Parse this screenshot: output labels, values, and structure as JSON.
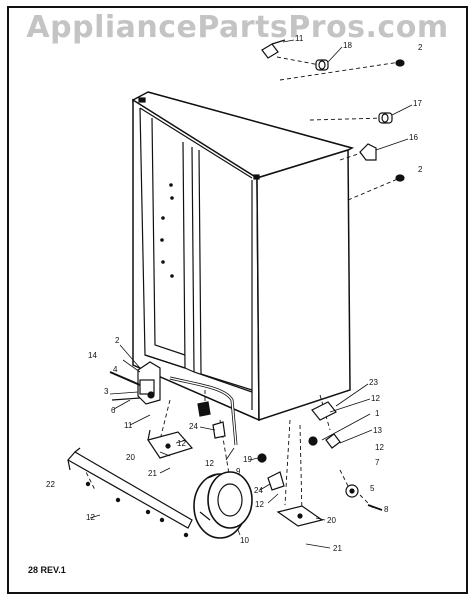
{
  "watermark": "AppliancePartsPros.com",
  "revision_note": "28 REV.1",
  "callouts": [
    {
      "id": "c11a",
      "text": "11"
    },
    {
      "id": "c18",
      "text": "18"
    },
    {
      "id": "c2a",
      "text": "2"
    },
    {
      "id": "c17",
      "text": "17"
    },
    {
      "id": "c16",
      "text": "16"
    },
    {
      "id": "c2b",
      "text": "2"
    },
    {
      "id": "c2c",
      "text": "2"
    },
    {
      "id": "c14",
      "text": "14"
    },
    {
      "id": "c4",
      "text": "4"
    },
    {
      "id": "c3",
      "text": "3"
    },
    {
      "id": "c6",
      "text": "6"
    },
    {
      "id": "c11b",
      "text": "11"
    },
    {
      "id": "c23",
      "text": "23"
    },
    {
      "id": "c12a",
      "text": "12"
    },
    {
      "id": "c1",
      "text": "1"
    },
    {
      "id": "c13",
      "text": "13"
    },
    {
      "id": "c12b",
      "text": "12"
    },
    {
      "id": "c7",
      "text": "7"
    },
    {
      "id": "c5",
      "text": "5"
    },
    {
      "id": "c8",
      "text": "8"
    },
    {
      "id": "c20a",
      "text": "20"
    },
    {
      "id": "c12c",
      "text": "12"
    },
    {
      "id": "c24a",
      "text": "24"
    },
    {
      "id": "c12d",
      "text": "12"
    },
    {
      "id": "c9",
      "text": "9"
    },
    {
      "id": "c19",
      "text": "19"
    },
    {
      "id": "c21a",
      "text": "21"
    },
    {
      "id": "c22",
      "text": "22"
    },
    {
      "id": "c24b",
      "text": "24"
    },
    {
      "id": "c12e",
      "text": "12"
    },
    {
      "id": "c20b",
      "text": "20"
    },
    {
      "id": "c12f",
      "text": "12"
    },
    {
      "id": "c10",
      "text": "10"
    },
    {
      "id": "c21b",
      "text": "21"
    }
  ]
}
